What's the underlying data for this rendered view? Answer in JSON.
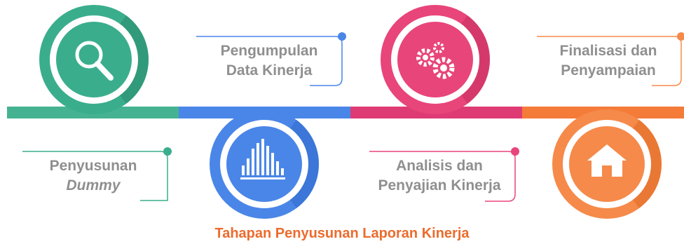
{
  "title": "Tahapan Penyusunan Laporan Kinerja",
  "steps": [
    {
      "label_lines": [
        "Penyusunan",
        "Dummy"
      ],
      "icon": "magnifier-icon",
      "color": "#3aae8c",
      "dark": "#2a8a6c",
      "band": "#45b391"
    },
    {
      "label_lines": [
        "Pengumpulan",
        "Data Kinerja"
      ],
      "icon": "bar-chart-icon",
      "color": "#4a86e8",
      "dark": "#2f6acb",
      "band": "#4a86e8"
    },
    {
      "label_lines": [
        "Analisis dan",
        "Penyajian Kinerja"
      ],
      "icon": "gears-icon",
      "color": "#e8457a",
      "dark": "#c4305f",
      "band": "#de3b74"
    },
    {
      "label_lines": [
        "Finalisasi dan",
        "Penyampaian"
      ],
      "icon": "house-icon",
      "color": "#f58a4a",
      "dark": "#e06a24",
      "band": "#f57b39"
    }
  ]
}
